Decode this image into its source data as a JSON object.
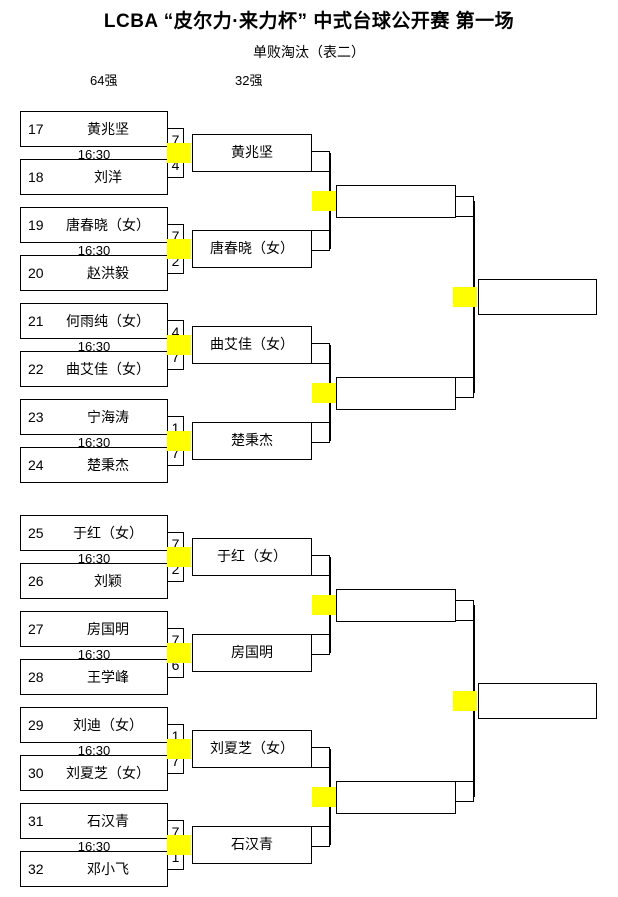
{
  "header": {
    "title": "LCBA “皮尔力·来力杯” 中式台球公开赛 第一场",
    "subtitle": "单败淘汰（表二）",
    "col_64": "64强",
    "col_32": "32强"
  },
  "colors": {
    "connector": "#ffff00",
    "border": "#000000",
    "background": "#ffffff"
  },
  "round64": [
    {
      "seed": "17",
      "name": "黄兆坚",
      "score": "7"
    },
    {
      "seed": "18",
      "name": "刘洋",
      "score": "4"
    },
    {
      "seed": "19",
      "name": "唐春晓（女）",
      "score": "7"
    },
    {
      "seed": "20",
      "name": "赵洪毅",
      "score": "2"
    },
    {
      "seed": "21",
      "name": "何雨纯（女）",
      "score": "4"
    },
    {
      "seed": "22",
      "name": "曲艾佳（女）",
      "score": "7"
    },
    {
      "seed": "23",
      "name": "宁海涛",
      "score": "1"
    },
    {
      "seed": "24",
      "name": "楚秉杰",
      "score": "7"
    },
    {
      "seed": "25",
      "name": "于红（女）",
      "score": "7"
    },
    {
      "seed": "26",
      "name": "刘颖",
      "score": "2"
    },
    {
      "seed": "27",
      "name": "房国明",
      "score": "7"
    },
    {
      "seed": "28",
      "name": "王学峰",
      "score": "6"
    },
    {
      "seed": "29",
      "name": "刘迪（女）",
      "score": "1"
    },
    {
      "seed": "30",
      "name": "刘夏芝（女）",
      "score": "7"
    },
    {
      "seed": "31",
      "name": "石汉青",
      "score": "7"
    },
    {
      "seed": "32",
      "name": "邓小飞",
      "score": "1"
    }
  ],
  "match_times": [
    "16:30",
    "16:30",
    "16:30",
    "16:30",
    "16:30",
    "16:30",
    "16:30",
    "16:30"
  ],
  "round32": [
    {
      "name": "黄兆坚"
    },
    {
      "name": "唐春晓（女）"
    },
    {
      "name": "曲艾佳（女）"
    },
    {
      "name": "楚秉杰"
    },
    {
      "name": "于红（女）"
    },
    {
      "name": "房国明"
    },
    {
      "name": "刘夏芝（女）"
    },
    {
      "name": "石汉青"
    }
  ],
  "round16": [
    {
      "name": ""
    },
    {
      "name": ""
    },
    {
      "name": ""
    },
    {
      "name": ""
    }
  ],
  "round8": [
    {
      "name": ""
    },
    {
      "name": ""
    }
  ]
}
